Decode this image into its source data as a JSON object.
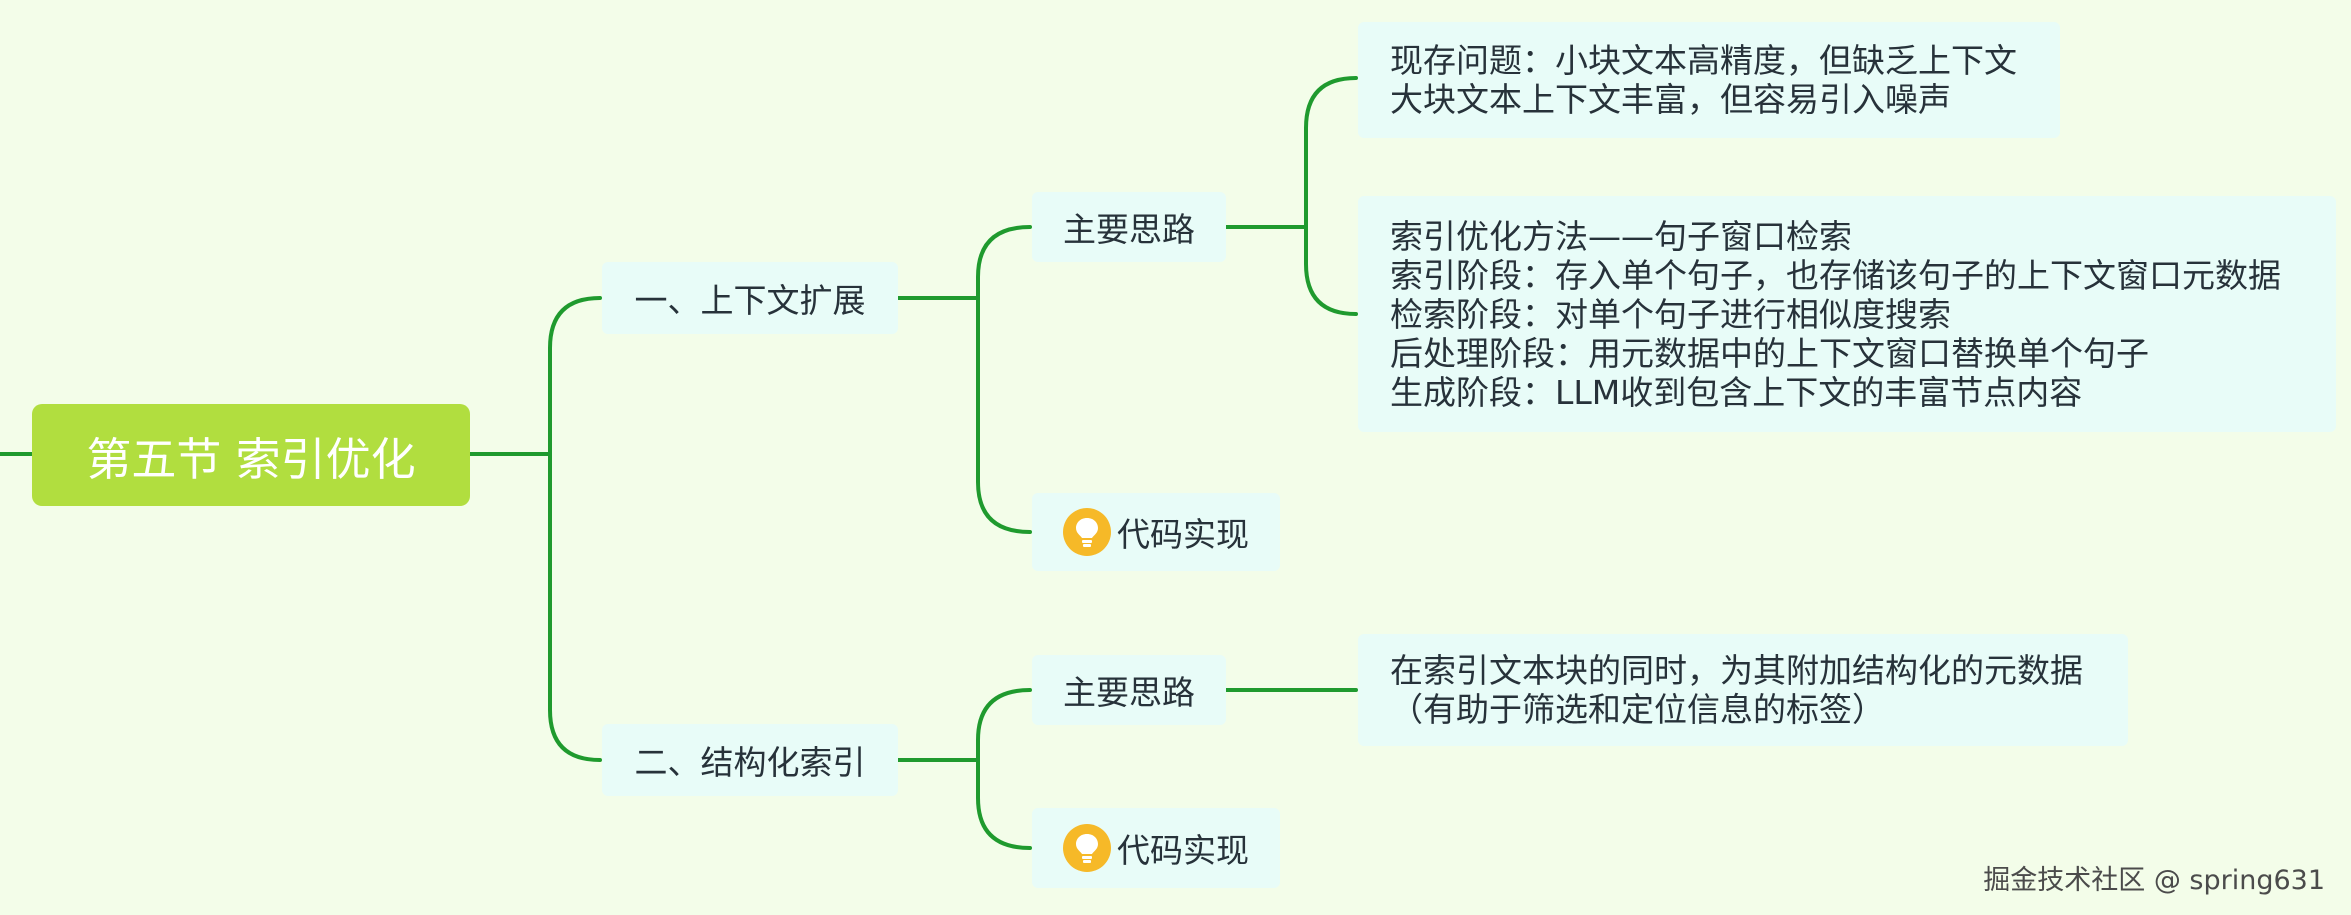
{
  "root": {
    "label": "第五节 索引优化"
  },
  "branches": [
    {
      "label": "一、上下文扩展",
      "children": [
        {
          "label": "主要思路"
        },
        {
          "label": "代码实现",
          "icon": "lightbulb-icon"
        }
      ],
      "details": [
        {
          "lines": [
            "现存问题：小块文本高精度，但缺乏上下文",
            "大块文本上下文丰富，但容易引入噪声"
          ]
        },
        {
          "lines": [
            "索引优化方法——句子窗口检索",
            "索引阶段：存入单个句子，也存储该句子的上下文窗口元数据",
            "检索阶段：对单个句子进行相似度搜索",
            "后处理阶段：用元数据中的上下文窗口替换单个句子",
            "生成阶段：LLM收到包含上下文的丰富节点内容"
          ]
        }
      ]
    },
    {
      "label": "二、结构化索引",
      "children": [
        {
          "label": "主要思路"
        },
        {
          "label": "代码实现",
          "icon": "lightbulb-icon"
        }
      ],
      "details": [
        {
          "lines": [
            "在索引文本块的同时，为其附加结构化的元数据",
            "（有助于筛选和定位信息的标签）"
          ]
        }
      ]
    }
  ],
  "watermark": "掘金技术社区 @ spring631",
  "colors": {
    "background": "#f3fde9",
    "root_fill": "#b1de3f",
    "node_fill": "#e8fcf8",
    "connector": "#1f9a2e",
    "bulb": "#f6b928"
  }
}
